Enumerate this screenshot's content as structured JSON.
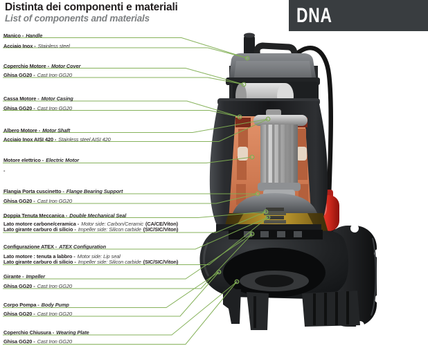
{
  "header": {
    "title_it": "Distinta dei componenti e materiali",
    "title_en": "List of components and materials",
    "model": "DNA"
  },
  "colors": {
    "accent-green": "#7fae52",
    "title-gray": "#7d8082",
    "badge-bg": "#393d40",
    "badge-text": "#ffffff",
    "text-dark": "#231f20",
    "float-red": "#d92c20",
    "winding-orange": "#cf7a52",
    "seal-gold": "#ab8a25"
  },
  "callouts": [
    {
      "it": "Manico -",
      "en": "Handle",
      "mats": [
        {
          "it": "Acciaio Inox -",
          "en": "Stainless steel"
        }
      ]
    },
    {
      "it": "Coperchio Motore -",
      "en": "Motor Cover",
      "mats": [
        {
          "it": "Ghisa GG20 -",
          "en": "Cast Iron GG20"
        }
      ]
    },
    {
      "it": "Cassa Motore -",
      "en": "Motor Casing",
      "mats": [
        {
          "it": "Ghisa GG20 -",
          "en": "Cast Iron GG20"
        }
      ]
    },
    {
      "it": "Albero Motore -",
      "en": "Motor Shaft",
      "mats": [
        {
          "it": "Acciaio Inox AISI 420 -",
          "en": "Stainless steel AISI 420"
        }
      ]
    },
    {
      "it": "Motore elettrico -",
      "en": "Electric Motor",
      "mats": [
        {
          "it": "-",
          "en": ""
        }
      ]
    },
    {
      "it": "Flangia Porta cuscinetto -",
      "en": "Flange Bearing Support",
      "mats": [
        {
          "it": "Ghisa GG20 -",
          "en": "Cast Iron GG20"
        }
      ]
    },
    {
      "it": "Doppia Tenuta Meccanica -",
      "en": "Double Mechanical Seal",
      "mats": [
        {
          "it": "Lato motore carbone/ceramica -",
          "en": "Motor side: Carbon/Ceramic",
          "extra": "(CA/CE/Viton)"
        },
        {
          "it": "Lato girante carburo di silicio -",
          "en": "Impeller side: Silicon carbide",
          "extra": "(SIC/SIC/Viton)"
        }
      ]
    },
    {
      "it": "Configurazione ATEX -",
      "en": "ATEX Configuration",
      "mats": [
        {
          "it": "Lato motore : tenuta a labbro -",
          "en": "Motor side: Lip seal"
        },
        {
          "it": "Lato girante carburo di silicio -",
          "en": "Impeller side: Silicon carbide",
          "extra": "(SIC/SIC/Viton)"
        }
      ]
    },
    {
      "it": "Girante -",
      "en": "Impeller",
      "mats": [
        {
          "it": "Ghisa GG20 -",
          "en": "Cast Iron GG20"
        }
      ]
    },
    {
      "it": "Corpo Pompa -",
      "en": "Body Pump",
      "mats": [
        {
          "it": "Ghisa GG20 -",
          "en": "Cast Iron GG20"
        }
      ]
    },
    {
      "it": "Coperchio Chiusura -",
      "en": "Wearing Plate",
      "mats": [
        {
          "it": "Ghisa GG20 -",
          "en": "Cast Iron GG20"
        }
      ]
    }
  ]
}
